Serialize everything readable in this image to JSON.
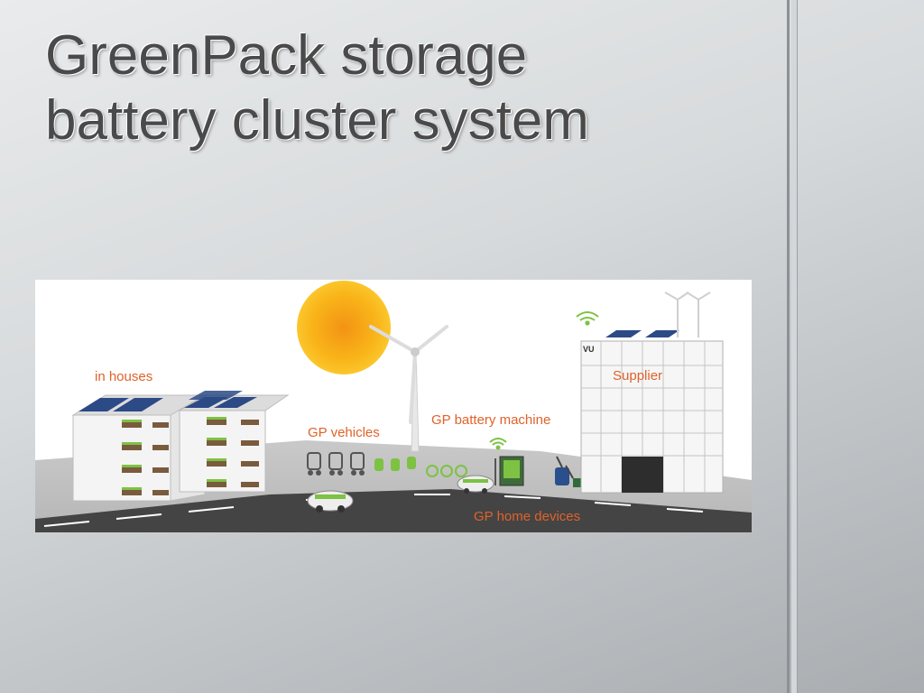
{
  "slide": {
    "title_line1": "GreenPack storage",
    "title_line2": "battery cluster system"
  },
  "illustration": {
    "labels": {
      "houses": "in houses",
      "vehicles": "GP vehicles",
      "battery_machine": "GP battery machine",
      "supplier": "Supplier",
      "home_devices": "GP home devices",
      "building_sign": "VU"
    }
  },
  "colors": {
    "label_orange": "#e0622a",
    "accent_green": "#7dc243",
    "sun": "#f8b416",
    "background": "#d8dbdd"
  }
}
